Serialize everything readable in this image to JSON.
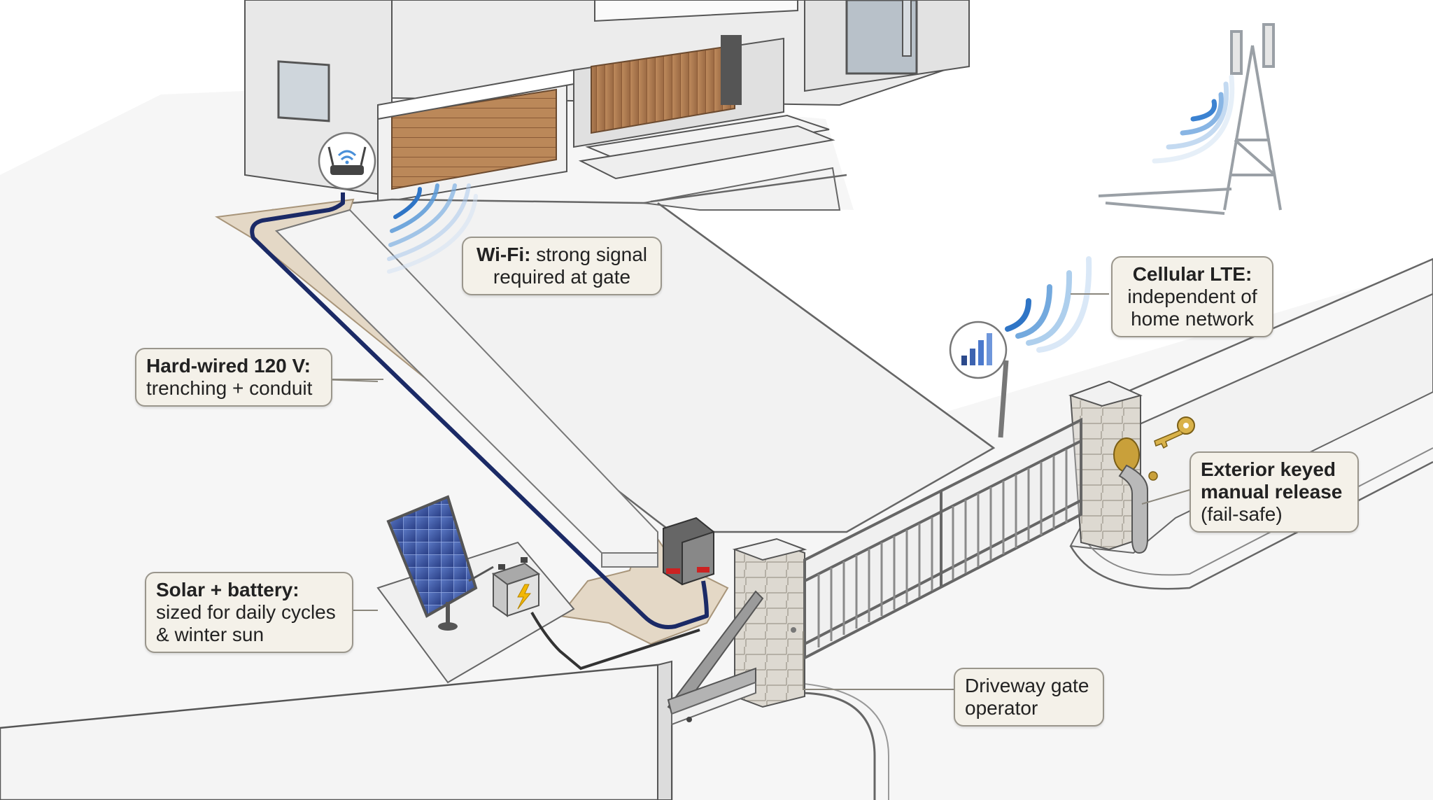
{
  "callouts": {
    "wifi": {
      "title": "Wi-Fi:",
      "line1_rest": " strong signal",
      "line2": "required at gate"
    },
    "cellular": {
      "title": "Cellular LTE:",
      "line2": "independent of",
      "line3": "home network"
    },
    "hardwired": {
      "title": "Hard-wired 120 V:",
      "line2": "trenching + conduit"
    },
    "solar": {
      "title": "Solar + battery:",
      "line2": "sized for daily cycles",
      "line3": "& winter sun"
    },
    "keyed": {
      "line1": "Exterior keyed",
      "line2": "manual release",
      "line3": "(fail-safe)"
    },
    "operator": {
      "line1": "Driveway gate",
      "line2": "operator"
    }
  },
  "icons": {
    "router": "wifi-router-icon",
    "signal": "signal-bars-icon",
    "battery": "lightning-bolt-icon",
    "key": "key-icon",
    "tower": "cell-tower-icon"
  },
  "colors": {
    "cable": "#1b2a66",
    "wave": "#4a90d9",
    "wood": "#b5835a",
    "stone": "#d6d2ca",
    "callout_bg": "#f4f1e9",
    "brass": "#c9a03a"
  }
}
